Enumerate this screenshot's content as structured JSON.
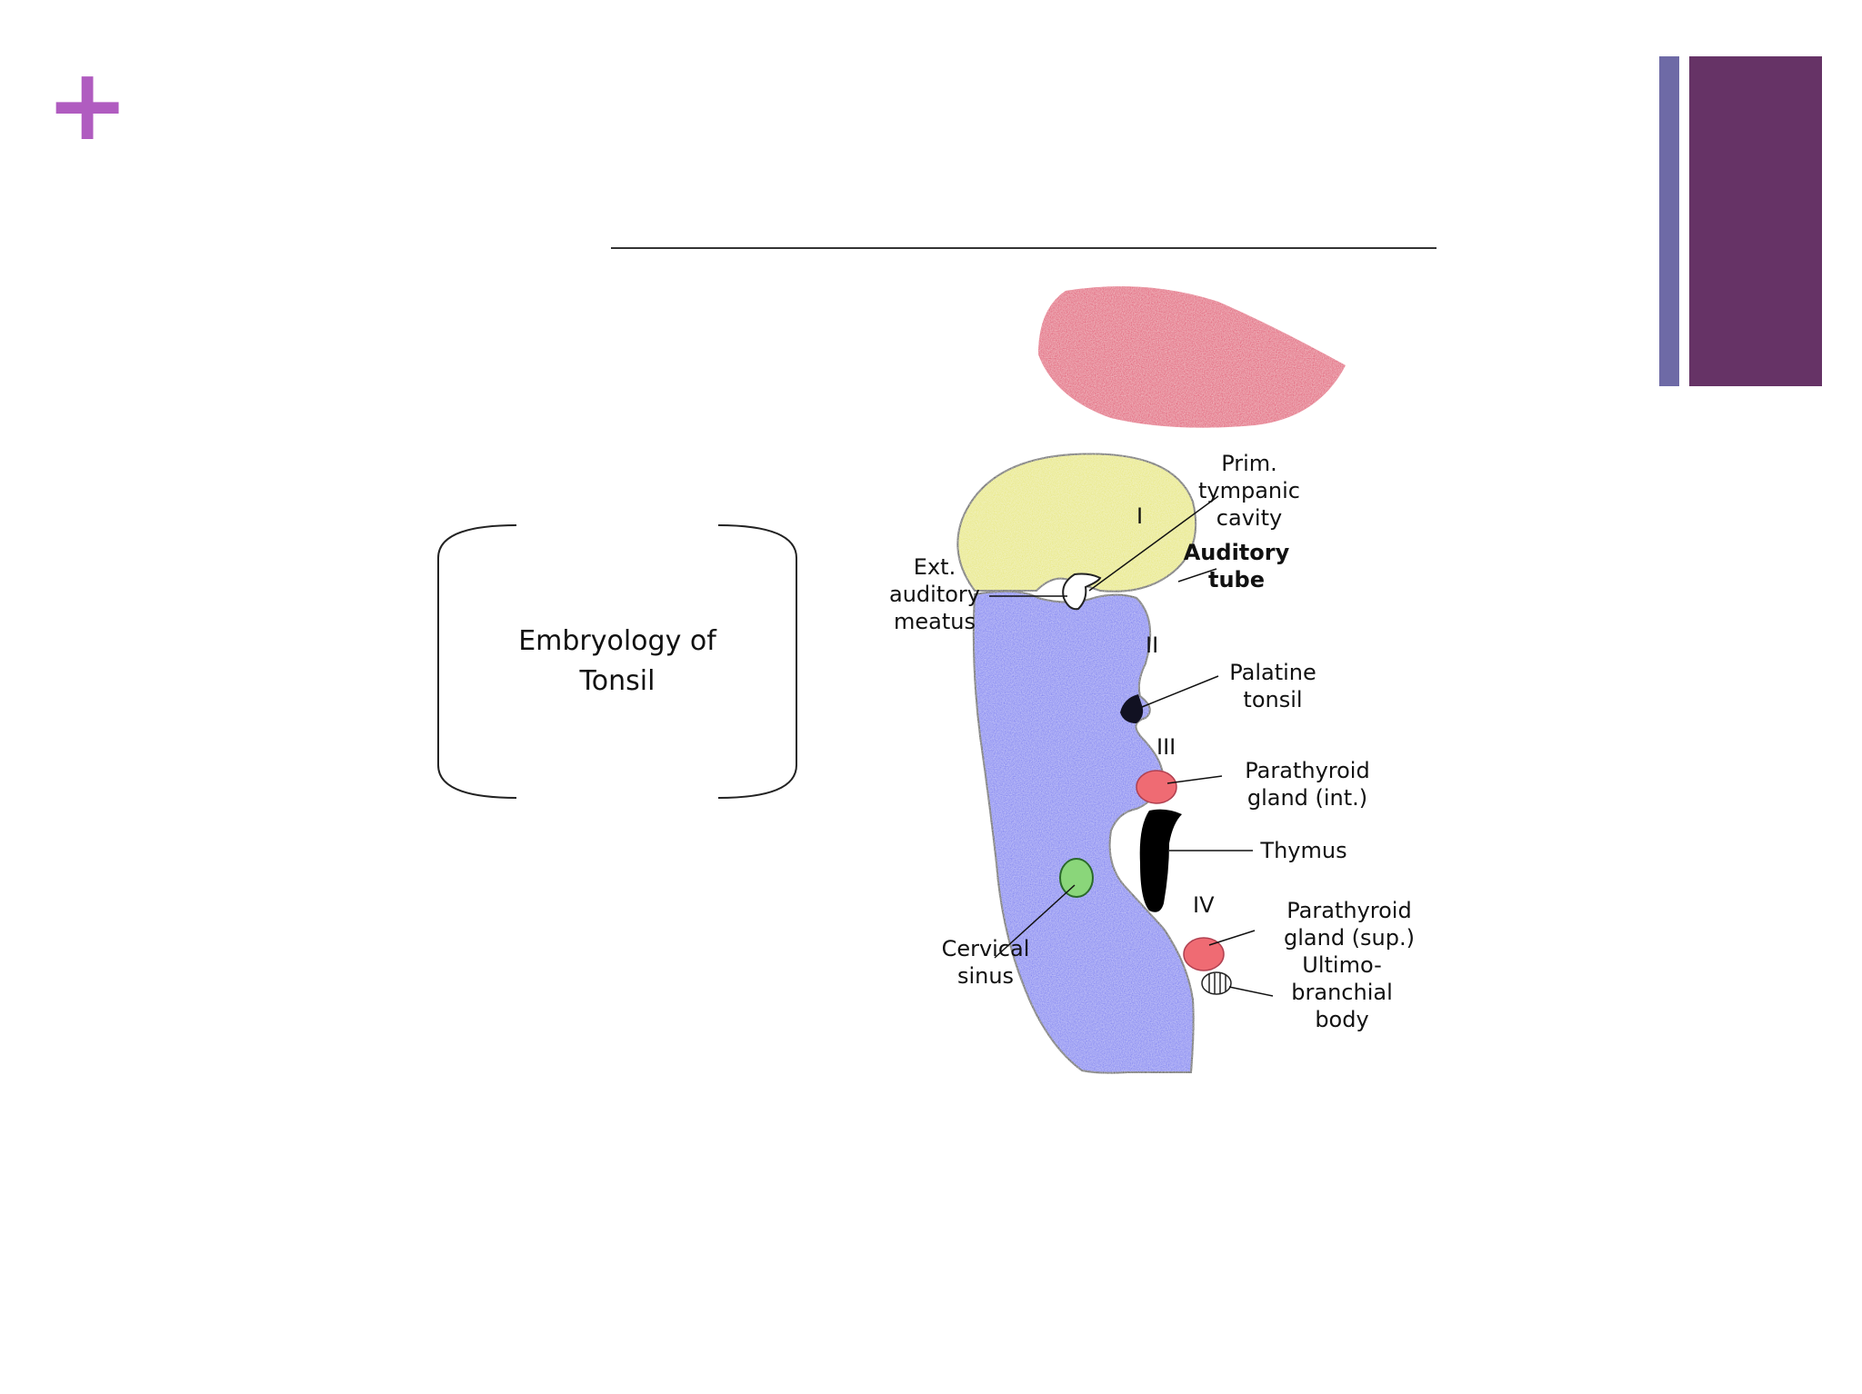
{
  "slide": {
    "plus_icon": "plus-icon",
    "accent_colors": {
      "thin_bar": "#6e6aa6",
      "thick_bar": "#663366",
      "plus": "#b05cc0"
    }
  },
  "bracket_label": {
    "line1": "Embryology of",
    "line2": "Tonsil"
  },
  "figure": {
    "colors": {
      "first_arch": "#e6e66a",
      "pharyngeal_wall": "#6b6ff0",
      "top_blob": "#e0305f",
      "parathyroid": "#ef6b73",
      "cervical_sinus": "#8ad67a",
      "thymus": "#000000"
    },
    "roman_numerals": {
      "arch_1": "I",
      "arch_2": "II",
      "arch_3": "III",
      "arch_4": "IV"
    },
    "labels": {
      "prim_tympanic_1": "Prim.",
      "prim_tympanic_2": "tympanic",
      "prim_tympanic_3": "cavity",
      "auditory_tube_1": "Auditory",
      "auditory_tube_2": "tube",
      "ext_meatus_1": "Ext.",
      "ext_meatus_2": "auditory",
      "ext_meatus_3": "meatus",
      "palatine_1": "Palatine",
      "palatine_2": "tonsil",
      "parathyroid_inf_1": "Parathyroid",
      "parathyroid_inf_2": "gland (int.)",
      "thymus": "Thymus",
      "parathyroid_sup_1": "Parathyroid",
      "parathyroid_sup_2": "gland (sup.)",
      "ultimo_1": "Ultimo-",
      "ultimo_2": "branchial",
      "ultimo_3": "body",
      "cervical_1": "Cervical",
      "cervical_2": "sinus"
    }
  }
}
